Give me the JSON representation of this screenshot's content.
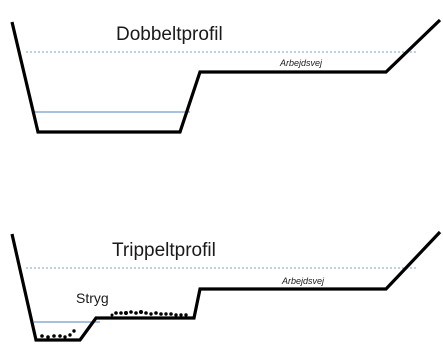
{
  "diagrams": [
    {
      "title": "Dobbeltprofil",
      "road_label": "Arbejdsvej"
    },
    {
      "title": "Trippeltprofil",
      "road_label": "Arbejdsvej",
      "terrace_label": "Stryg"
    }
  ],
  "colors": {
    "profile_line": "#000000",
    "water_line": "#4f81bd"
  }
}
